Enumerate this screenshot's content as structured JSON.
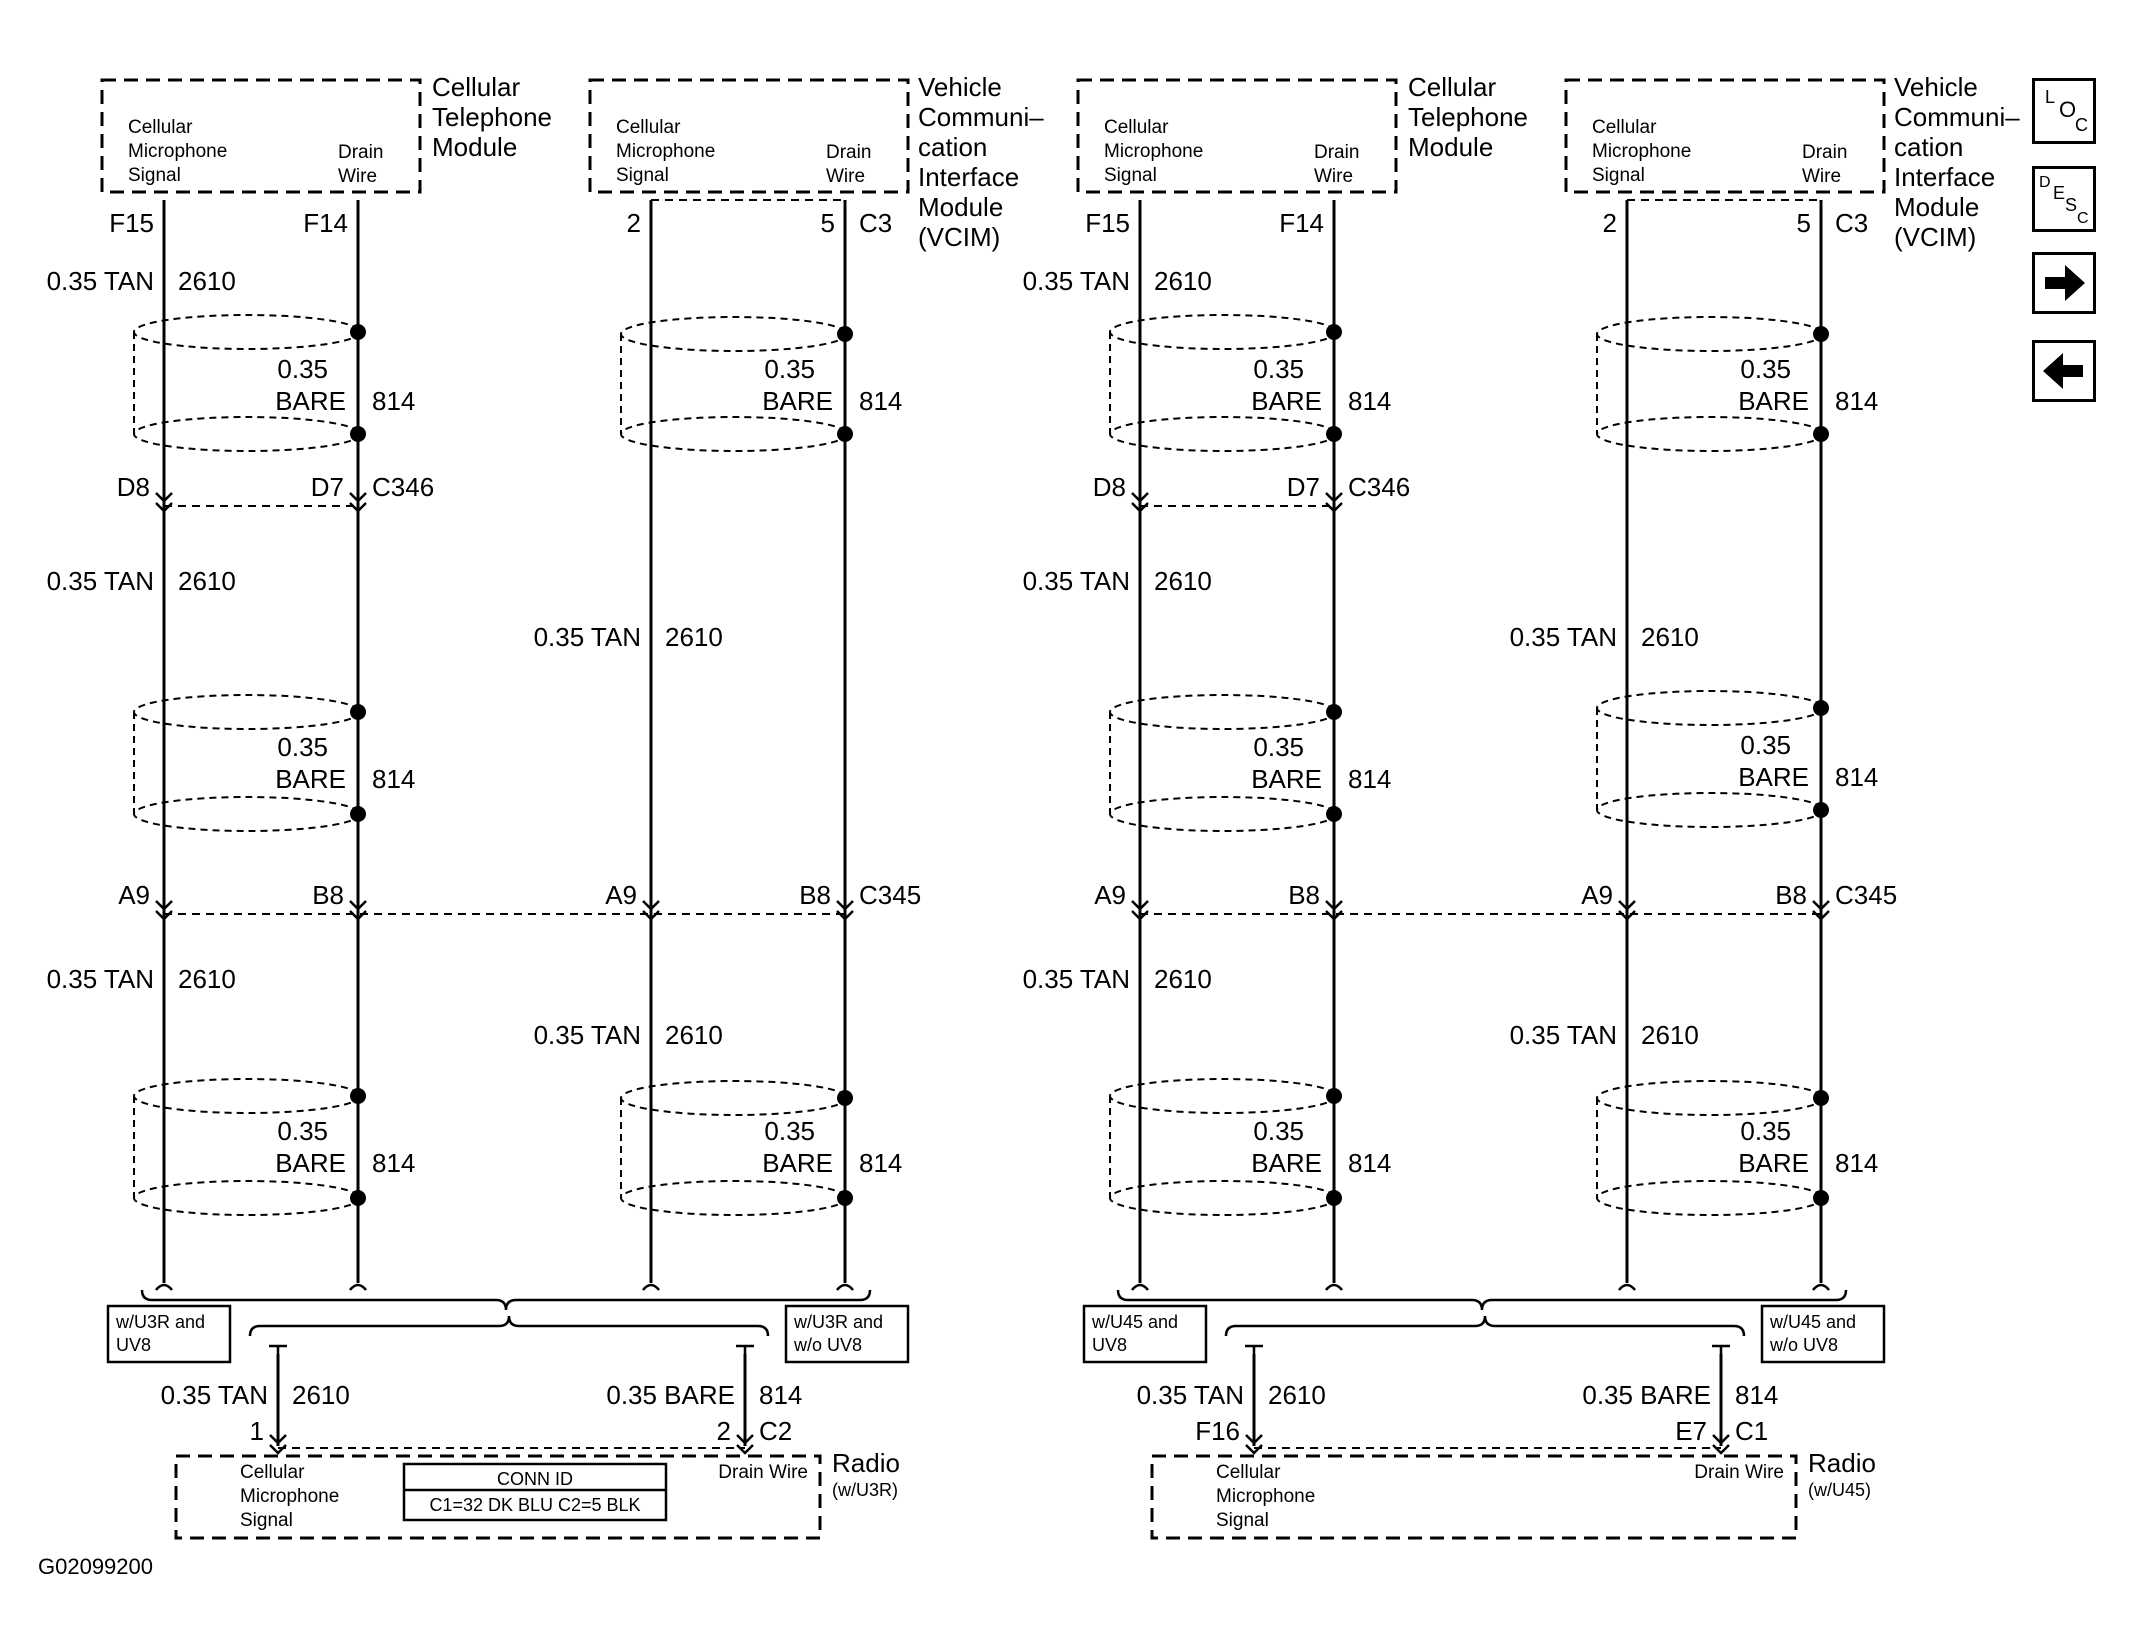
{
  "diagram_id": "G02099200",
  "nav": {
    "loc_icon": "loc-icon",
    "desc_icon": "desc-icon",
    "next_icon": "arrow-right-icon",
    "prev_icon": "arrow-left-icon"
  },
  "labels": {
    "ctm_title": [
      "Cellular",
      "Telephone",
      "Module"
    ],
    "vcim_title": [
      "Vehicle",
      "Communi–",
      "cation",
      "Interface",
      "Module",
      "(VCIM)"
    ],
    "pin_signal": [
      "Cellular",
      "Microphone",
      "Signal"
    ],
    "pin_drain": [
      "Drain",
      "Wire"
    ],
    "radio_drain": "Drain Wire",
    "wire_tan": "0.35 TAN",
    "circuit_tan": "2610",
    "wire_bare_a": "0.35",
    "wire_bare_b": "BARE",
    "wire_bare_full": "0.35 BARE",
    "circuit_bare": "814",
    "pins": {
      "f15": "F15",
      "f14": "F14",
      "p2": "2",
      "p5": "5",
      "c3": "C3",
      "d8": "D8",
      "d7": "D7",
      "c346": "C346",
      "a9": "A9",
      "b8": "B8",
      "c345": "C345",
      "p1": "1",
      "c2": "C2",
      "f16": "F16",
      "e7": "E7",
      "c1": "C1"
    },
    "conn_id_title": "CONN ID",
    "conn_id_value": "C1=32 DK BLU   C2=5 BLK",
    "left": {
      "cond_a": [
        "w/U3R and",
        "UV8"
      ],
      "cond_b": [
        "w/U3R and",
        "w/o UV8"
      ],
      "radio": [
        "Radio",
        "(w/U3R)"
      ]
    },
    "right": {
      "cond_a": [
        "w/U45 and",
        "UV8"
      ],
      "cond_b": [
        "w/U45 and",
        "w/o UV8"
      ],
      "radio": [
        "Radio",
        "(w/U45)"
      ]
    }
  }
}
